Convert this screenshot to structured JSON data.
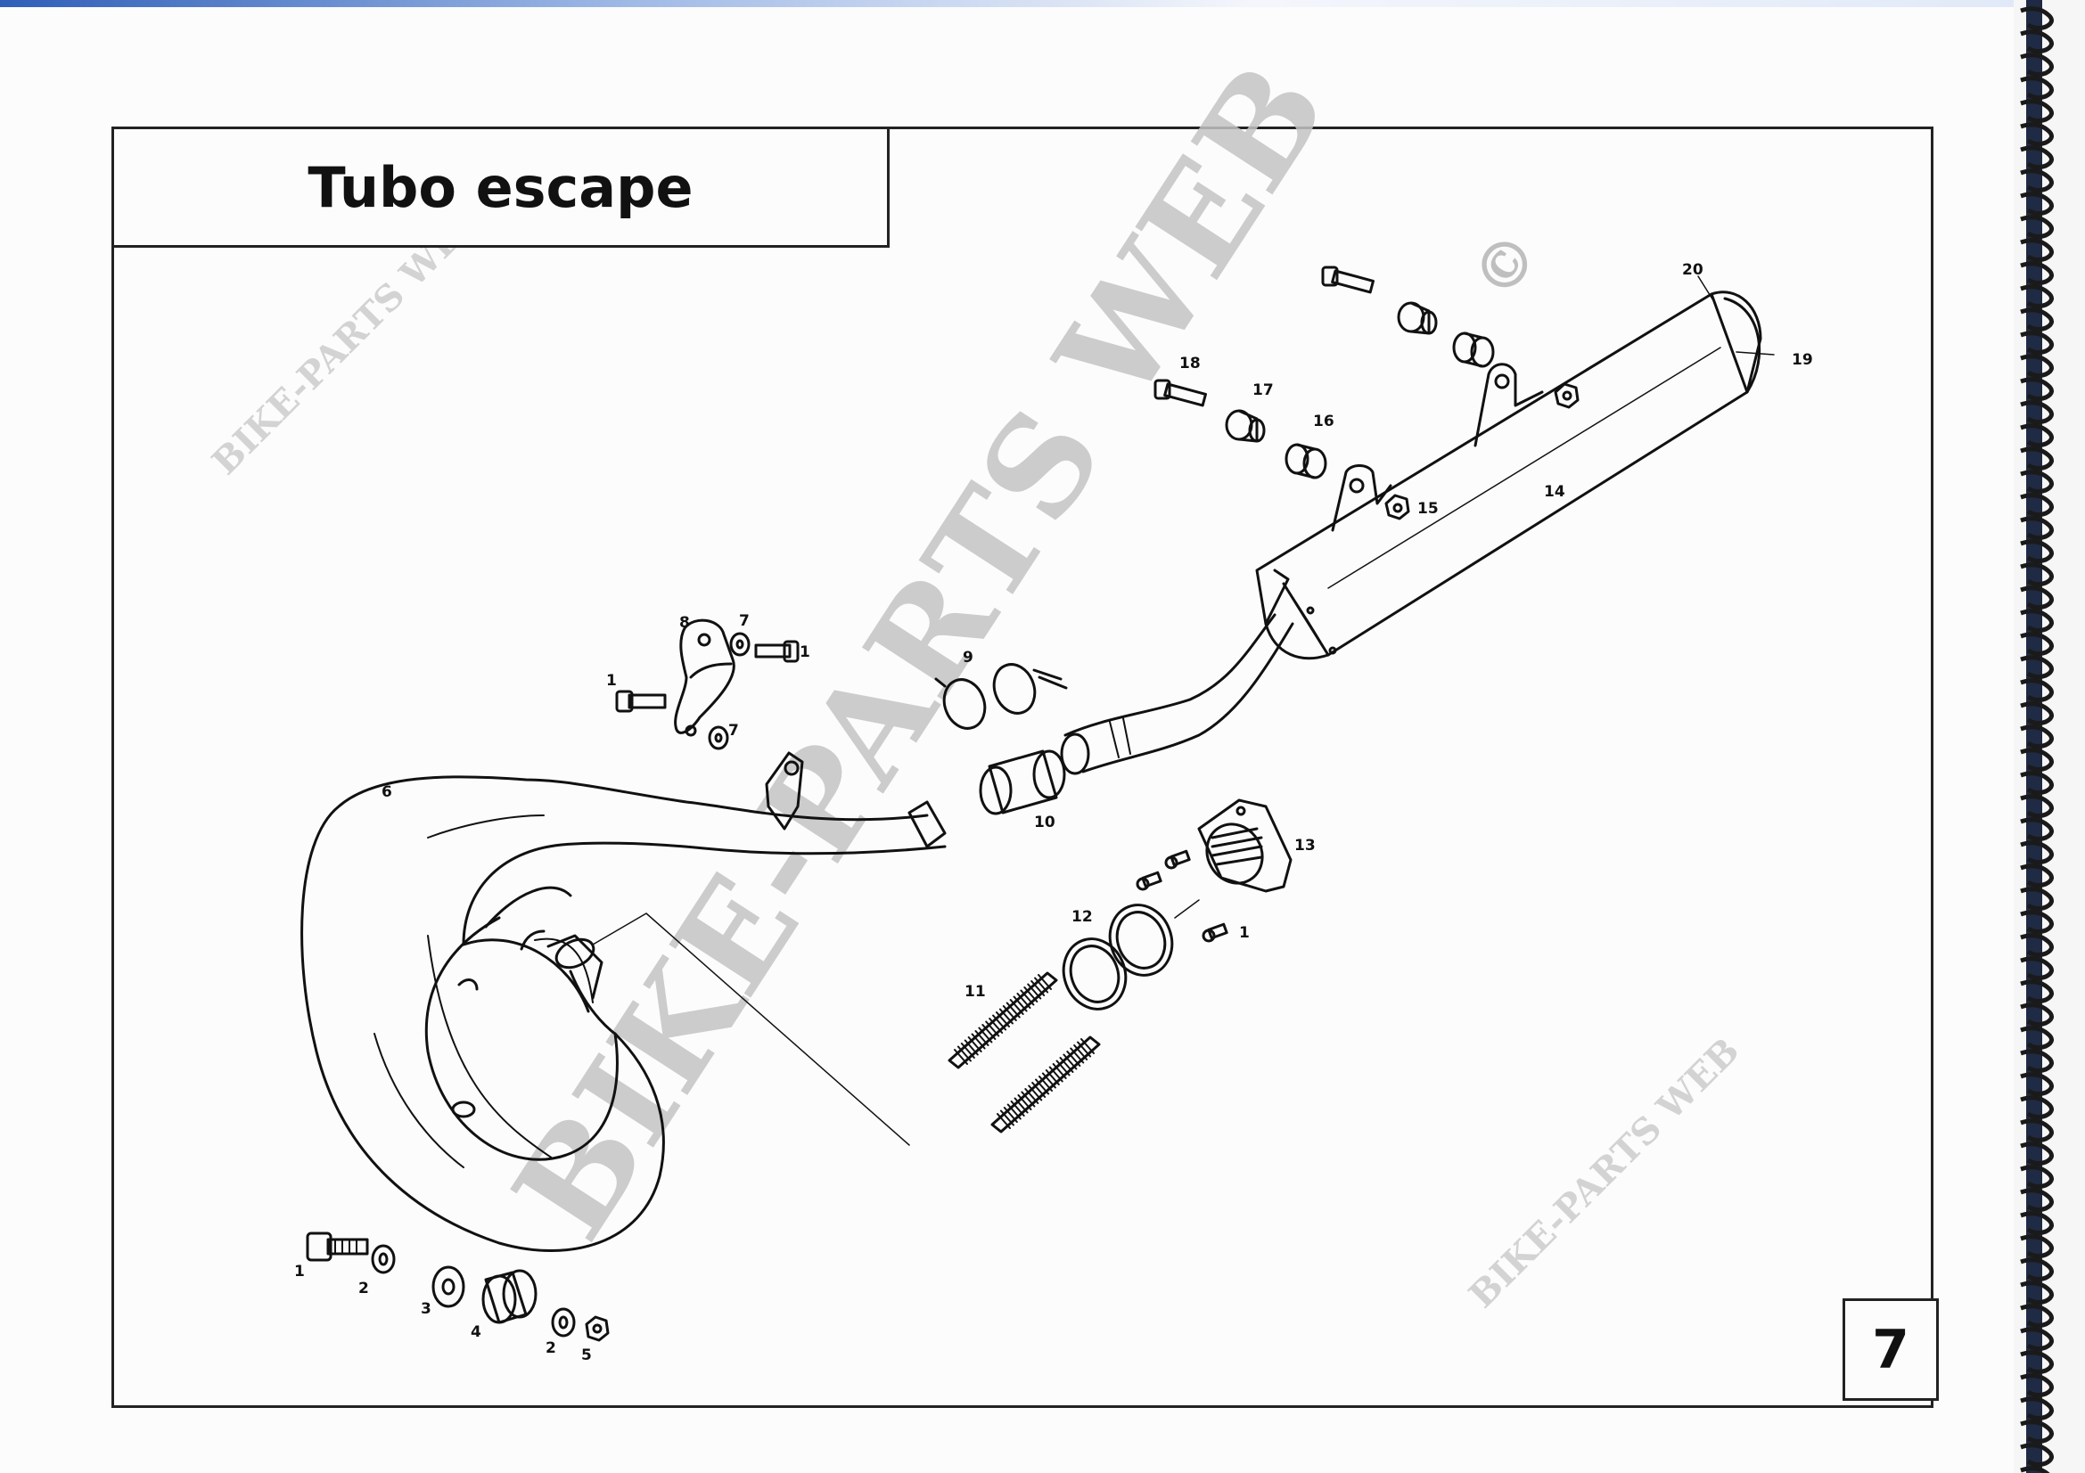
{
  "title": "Tubo escape",
  "page_number": "7",
  "watermark": {
    "large": "BIKE-PARTS WEB",
    "small": "BIKE-PARTS WEB",
    "registered": "©"
  },
  "callouts": {
    "c1a": "1",
    "c2a": "2",
    "c3": "3",
    "c4": "4",
    "c2b": "2",
    "c5": "5",
    "c6": "6",
    "c1b": "1",
    "c8": "8",
    "c7a": "7",
    "c1c": "1",
    "c7b": "7",
    "c9": "9",
    "c10": "10",
    "c11": "11",
    "c12": "12",
    "c13": "13",
    "c1d": "1",
    "c14": "14",
    "c15": "15",
    "c16": "16",
    "c17": "17",
    "c18": "18",
    "c19": "19",
    "c20": "20"
  },
  "colors": {
    "line": "#111111",
    "frame": "#222222",
    "watermark": "#c4c4c4"
  }
}
